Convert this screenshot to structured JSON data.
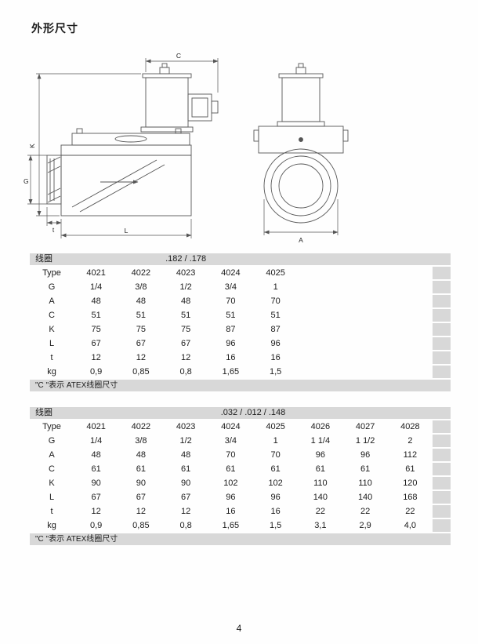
{
  "page": {
    "title": "外形尺寸",
    "page_number": "4"
  },
  "drawings": {
    "left": {
      "dim_c": "C",
      "dim_k": "K",
      "dim_g": "G",
      "dim_t": "t",
      "dim_l": "L"
    },
    "right": {
      "dim_a": "A"
    }
  },
  "tables": [
    {
      "coil_label": "线圈",
      "coil_spec": ".182 / .178",
      "rows": [
        {
          "label": "Type",
          "values": [
            "4021",
            "4022",
            "4023",
            "4024",
            "4025"
          ]
        },
        {
          "label": "G",
          "values": [
            "1/4",
            "3/8",
            "1/2",
            "3/4",
            "1"
          ]
        },
        {
          "label": "A",
          "values": [
            "48",
            "48",
            "48",
            "70",
            "70"
          ]
        },
        {
          "label": "C",
          "values": [
            "51",
            "51",
            "51",
            "51",
            "51"
          ]
        },
        {
          "label": "K",
          "values": [
            "75",
            "75",
            "75",
            "87",
            "87"
          ]
        },
        {
          "label": "L",
          "values": [
            "67",
            "67",
            "67",
            "96",
            "96"
          ]
        },
        {
          "label": "t",
          "values": [
            "12",
            "12",
            "12",
            "16",
            "16"
          ]
        },
        {
          "label": "kg",
          "values": [
            "0,9",
            "0,85",
            "0,8",
            "1,65",
            "1,5"
          ]
        }
      ],
      "footnote": "\"C \"表示 ATEX线圈尺寸"
    },
    {
      "coil_label": "线圈",
      "coil_spec": ".032 / .012 / .148",
      "rows": [
        {
          "label": "Type",
          "values": [
            "4021",
            "4022",
            "4023",
            "4024",
            "4025",
            "4026",
            "4027",
            "4028"
          ]
        },
        {
          "label": "G",
          "values": [
            "1/4",
            "3/8",
            "1/2",
            "3/4",
            "1",
            "1 1/4",
            "1 1/2",
            "2"
          ]
        },
        {
          "label": "A",
          "values": [
            "48",
            "48",
            "48",
            "70",
            "70",
            "96",
            "96",
            "112"
          ]
        },
        {
          "label": "C",
          "values": [
            "61",
            "61",
            "61",
            "61",
            "61",
            "61",
            "61",
            "61"
          ]
        },
        {
          "label": "K",
          "values": [
            "90",
            "90",
            "90",
            "102",
            "102",
            "110",
            "110",
            "120"
          ]
        },
        {
          "label": "L",
          "values": [
            "67",
            "67",
            "67",
            "96",
            "96",
            "140",
            "140",
            "168"
          ]
        },
        {
          "label": "t",
          "values": [
            "12",
            "12",
            "12",
            "16",
            "16",
            "22",
            "22",
            "22"
          ]
        },
        {
          "label": "kg",
          "values": [
            "0,9",
            "0,85",
            "0,8",
            "1,65",
            "1,5",
            "3,1",
            "2,9",
            "4,0"
          ]
        }
      ],
      "footnote": "\"C \"表示 ATEX线圈尺寸"
    }
  ]
}
